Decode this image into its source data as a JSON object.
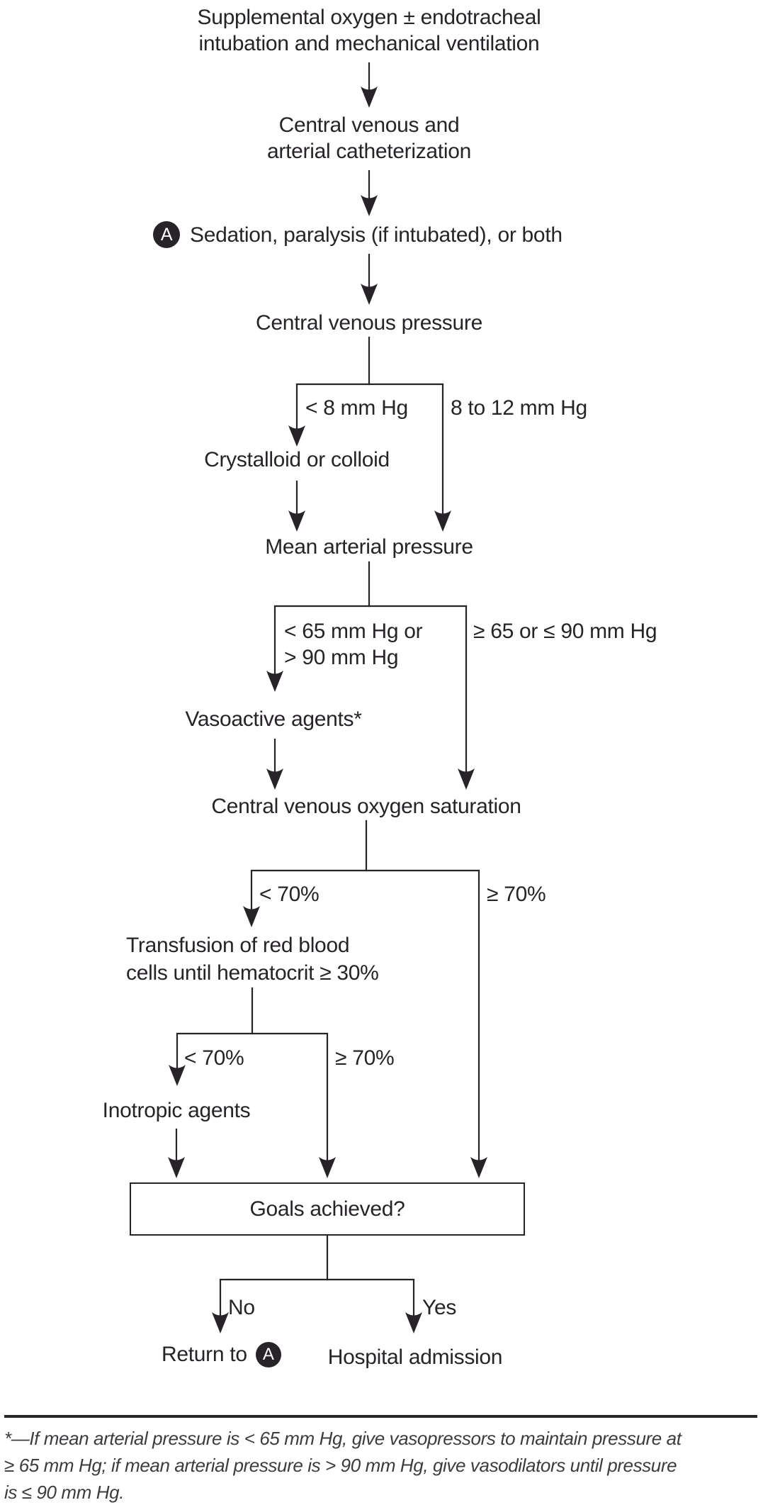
{
  "colors": {
    "ink": "#272329",
    "line": "#272329",
    "footnote_ink": "#3c3c40",
    "background": "#ffffff"
  },
  "flowchart": {
    "start": {
      "line1": "Supplemental oxygen ± endotracheal",
      "line2": "intubation and mechanical ventilation"
    },
    "catheter": {
      "line1": "Central venous and",
      "line2": "arterial catheterization"
    },
    "sedation": {
      "badge": "A",
      "label": "Sedation, paralysis (if intubated), or both"
    },
    "cvp": {
      "label": "Central venous pressure",
      "branch_low": "< 8 mm Hg",
      "branch_ok": "8 to 12 mm Hg"
    },
    "crystalloid": {
      "label": "Crystalloid or colloid"
    },
    "map": {
      "label": "Mean arterial pressure",
      "branch_bad_line1": "< 65 mm Hg or",
      "branch_bad_line2": "> 90 mm Hg",
      "branch_ok": "≥ 65 or ≤ 90 mm Hg"
    },
    "vasoactive": {
      "label": "Vasoactive agents*"
    },
    "cvos": {
      "label": "Central venous oxygen saturation",
      "branch_low": "< 70%",
      "branch_ok": "≥ 70%"
    },
    "transfusion": {
      "line1": "Transfusion of red blood",
      "line2": "cells until hematocrit ≥ 30%",
      "branch_low": "< 70%",
      "branch_ok": "≥ 70%"
    },
    "inotropic": {
      "label": "Inotropic agents"
    },
    "goals": {
      "label": "Goals achieved?",
      "branch_no": "No",
      "branch_yes": "Yes"
    },
    "outcome_no": {
      "prefix": "Return to",
      "badge": "A"
    },
    "outcome_yes": {
      "label": "Hospital admission"
    }
  },
  "footnote": {
    "line1": "*—If mean arterial pressure is < 65 mm Hg, give vasopressors to maintain pressure at",
    "line2": "≥ 65 mm Hg; if mean arterial pressure is > 90 mm Hg, give vasodilators until pressure",
    "line3": "is ≤ 90 mm Hg."
  }
}
